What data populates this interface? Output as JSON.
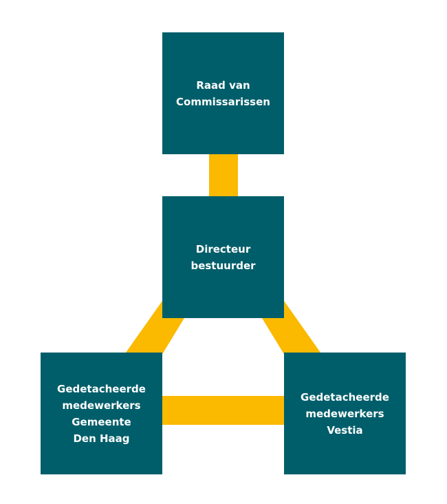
{
  "colors": {
    "box": "#005e6a",
    "connector": "#fbb900",
    "text": "#ffffff"
  },
  "nodes": {
    "raad": "Raad van\nCommissarissen",
    "directeur": "Directeur\nbestuurder",
    "gemeente": "Gedetacheerde\nmedewerkers\nGemeente\nDen Haag",
    "vestia": "Gedetacheerde\nmedewerkers\nVestia"
  }
}
